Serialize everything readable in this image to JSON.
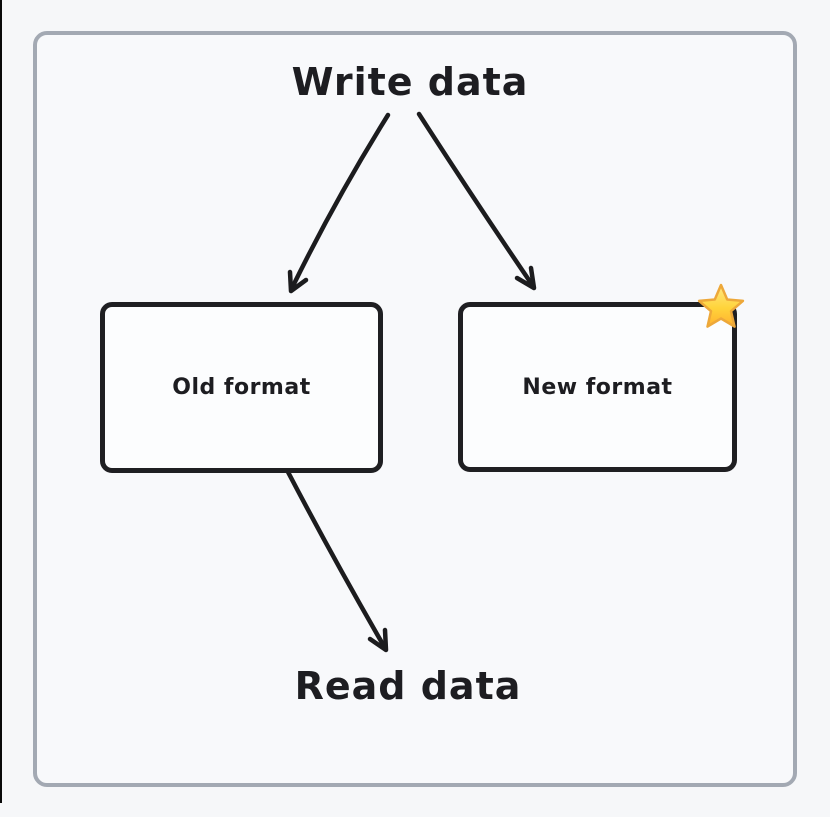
{
  "diagram": {
    "write_label": "Write data",
    "read_label": "Read data",
    "nodes": [
      {
        "id": "old-format",
        "label": "Old format",
        "badge": null
      },
      {
        "id": "new-format",
        "label": "New format",
        "badge": "star"
      }
    ],
    "arrows": [
      {
        "from": "write-data",
        "to": "old-format"
      },
      {
        "from": "write-data",
        "to": "new-format"
      },
      {
        "from": "old-format",
        "to": "read-data"
      }
    ],
    "icons": {
      "star": "star-icon"
    },
    "colors": {
      "background": "#f6f7f9",
      "frame_border": "#a3a9b3",
      "stroke": "#1c1c1e",
      "node_fill": "#fcfdfe",
      "text": "#1d1d21",
      "star_top": "#ffe784",
      "star_bottom": "#ffb02e",
      "star_outline": "#eda83a",
      "edge_artifact": "#0a0a0a"
    }
  }
}
